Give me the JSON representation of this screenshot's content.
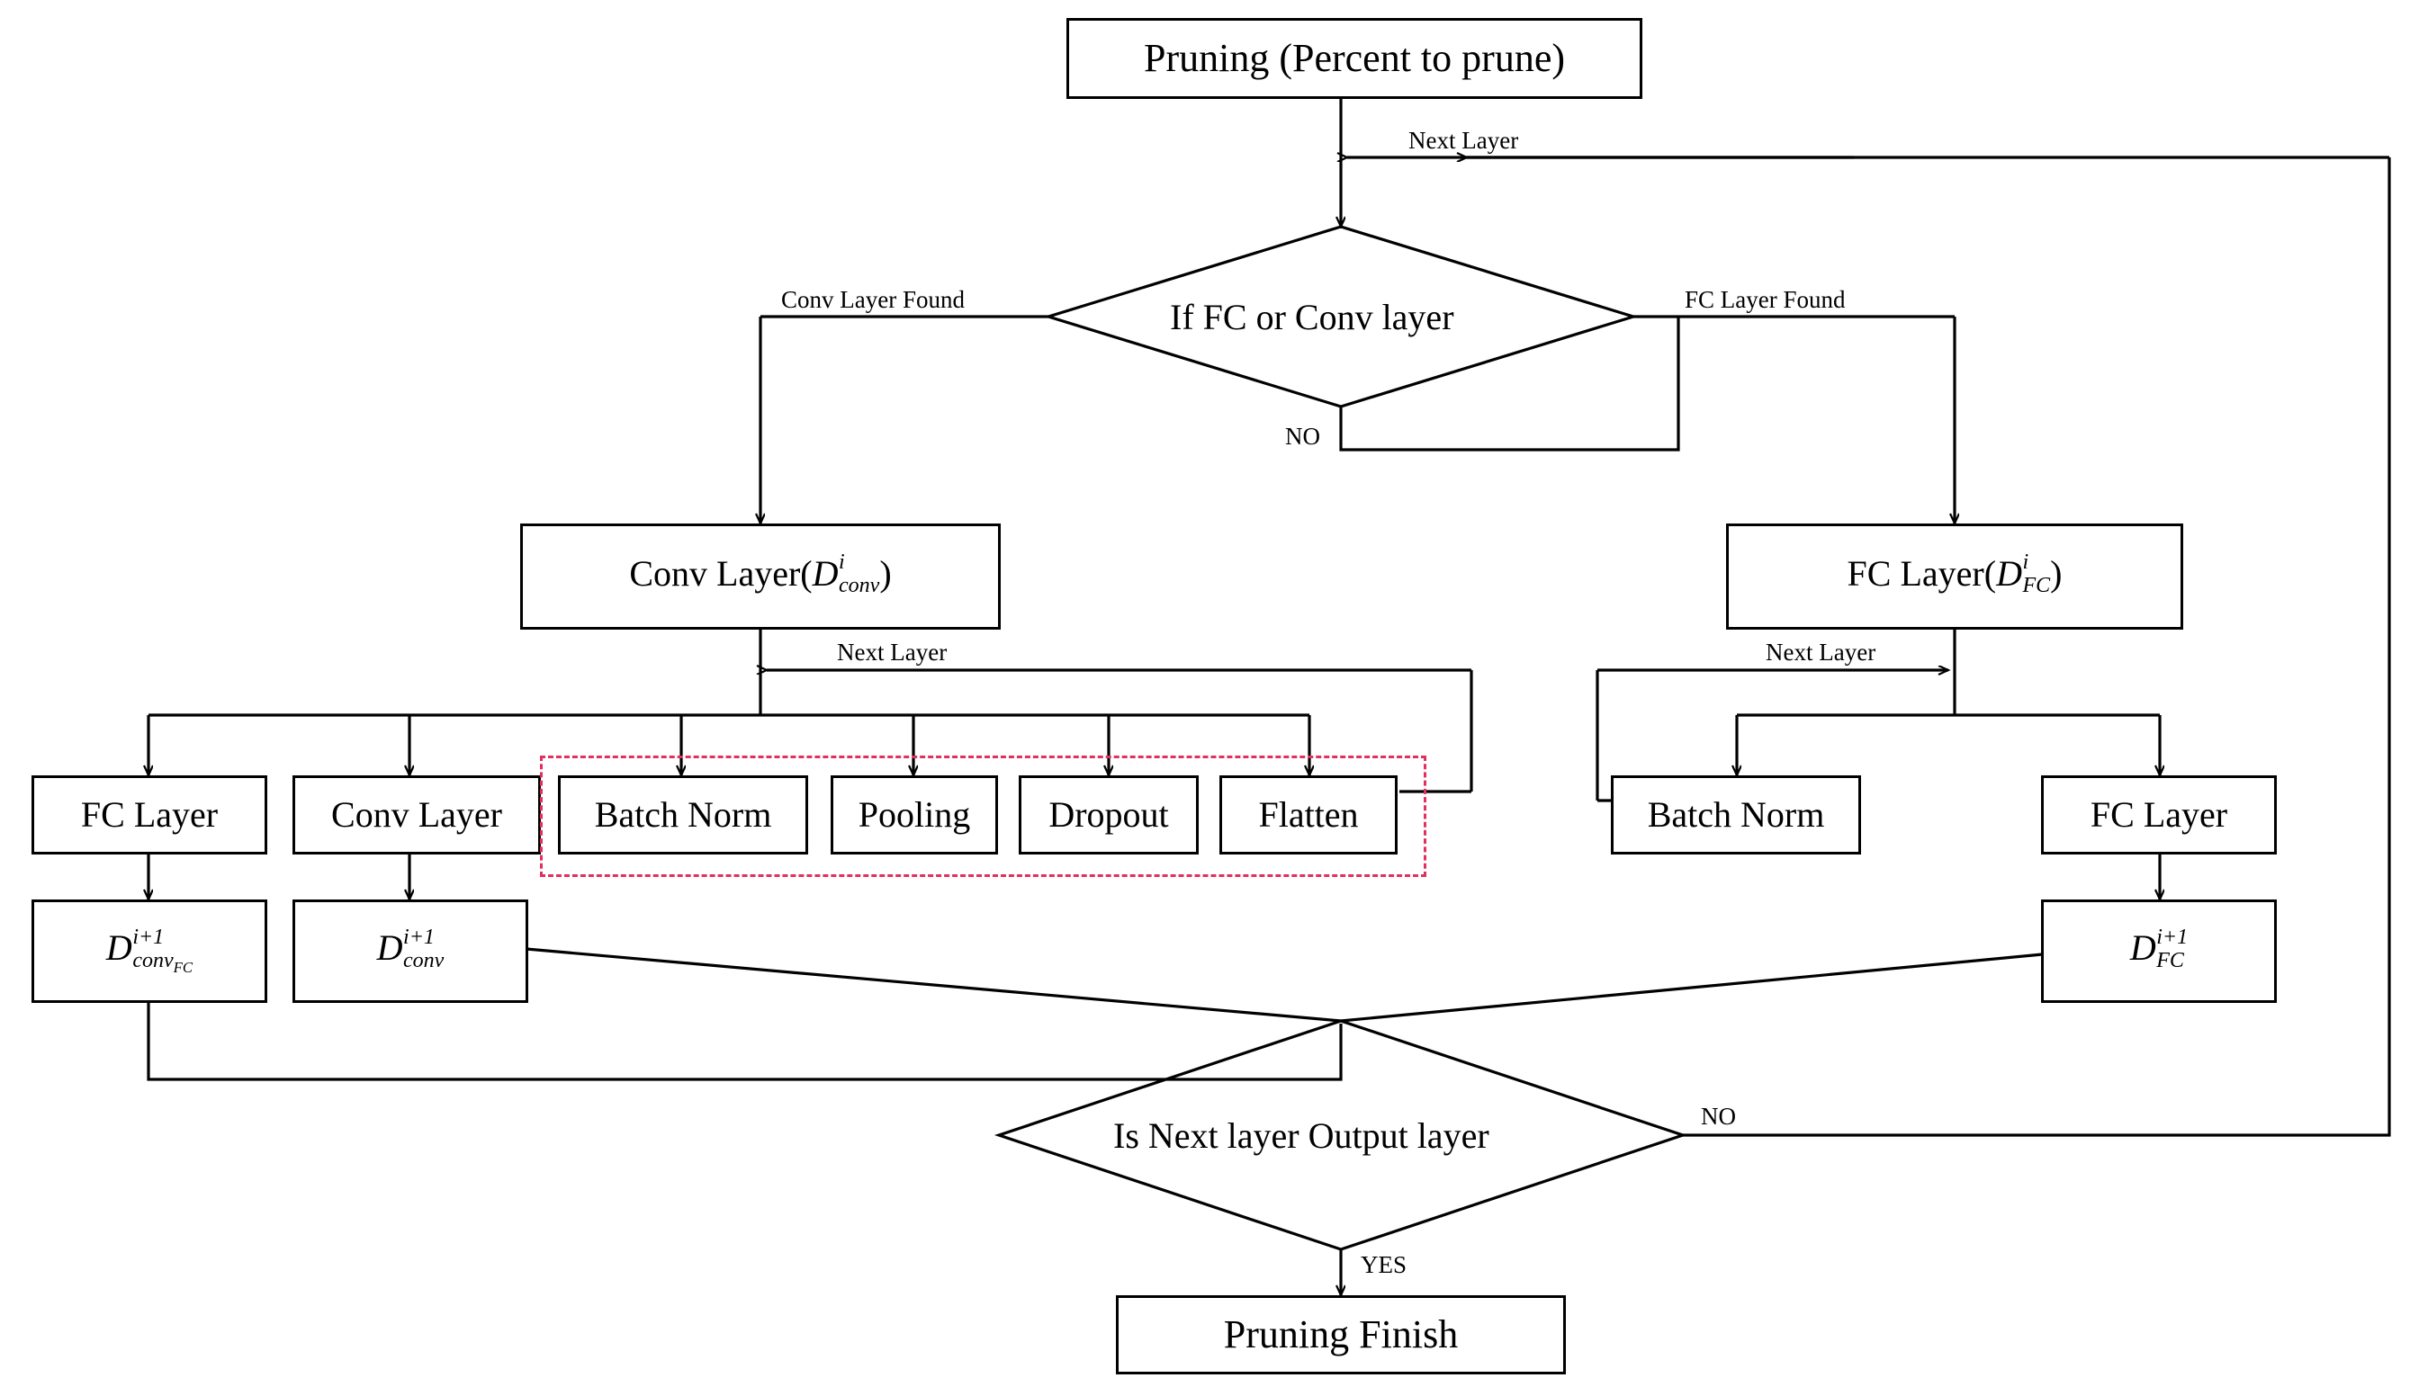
{
  "diagram": {
    "title_node": "Pruning (Percent to prune)",
    "accent_dashed_color": "#e03060",
    "line_color": "#000000",
    "background": "#ffffff"
  },
  "nodes": {
    "pruning_start": {
      "label": "Pruning (Percent to prune)"
    },
    "decision_layer_type": {
      "label": "If FC or Conv layer"
    },
    "conv_layer_d": {
      "prefix": "Conv Layer(",
      "symbol": "D",
      "superscript": "i",
      "subscript": "conv",
      "suffix": ")"
    },
    "fc_layer_d": {
      "prefix": "FC Layer(",
      "symbol": "D",
      "superscript": "i",
      "subscript": "FC",
      "suffix": ")"
    },
    "conv_children": [
      {
        "label": "FC Layer"
      },
      {
        "label": "Conv Layer"
      },
      {
        "label": "Batch Norm"
      },
      {
        "label": "Pooling"
      },
      {
        "label": "Dropout"
      },
      {
        "label": "Flatten"
      }
    ],
    "fc_children": [
      {
        "label": "Batch Norm"
      },
      {
        "label": "FC Layer"
      }
    ],
    "out_conv_fc": {
      "symbol": "D",
      "superscript": "i+1",
      "subscript": "conv",
      "subsubscript": "FC"
    },
    "out_conv": {
      "symbol": "D",
      "superscript": "i+1",
      "subscript": "conv"
    },
    "out_fc": {
      "symbol": "D",
      "superscript": "i+1",
      "subscript": "FC"
    },
    "decision_output_layer": {
      "label": "Is Next layer Output layer"
    },
    "pruning_finish": {
      "label": "Pruning Finish"
    }
  },
  "edge_labels": {
    "next_layer_top": "Next Layer",
    "conv_layer_found": "Conv Layer Found",
    "fc_layer_found": "FC Layer Found",
    "no_from_type_decision": "NO",
    "next_layer_conv": "Next Layer",
    "next_layer_fc": "Next Layer",
    "no_from_output_decision": "NO",
    "yes_to_finish": "YES"
  }
}
